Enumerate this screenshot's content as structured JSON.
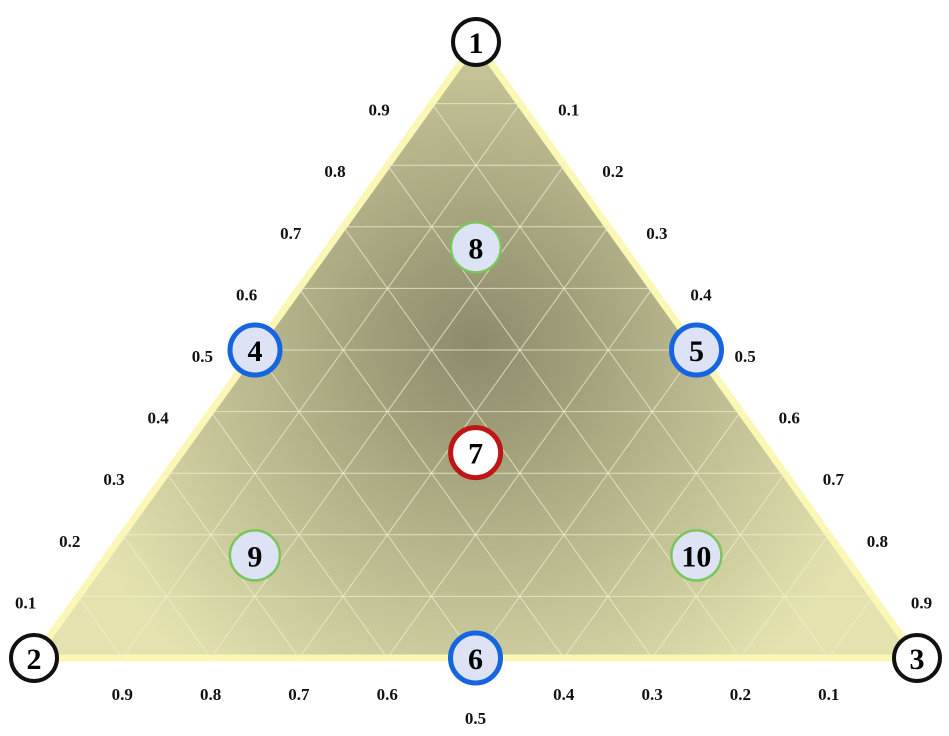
{
  "colors": {
    "triangle_fill_edge": "#e4e3b0",
    "triangle_fill_center": "#8c8a6a",
    "triangle_border": "#fbf7b4",
    "grid_line": "#f2efcf",
    "vertex_ring": "#111111",
    "edge_mid_ring": "#1565e0",
    "center_ring": "#c01515",
    "inner_ring": "#7cc45c",
    "node_fill": "#dde3f4",
    "vertex_fill": "#ffffff"
  },
  "ternary": {
    "ticks": [
      "0.1",
      "0.2",
      "0.3",
      "0.4",
      "0.5",
      "0.6",
      "0.7",
      "0.8",
      "0.9"
    ]
  },
  "nodes": [
    {
      "id": "1",
      "label": "1",
      "kind": "vertex",
      "composition": [
        1,
        0,
        0
      ]
    },
    {
      "id": "2",
      "label": "2",
      "kind": "vertex",
      "composition": [
        0,
        1,
        0
      ]
    },
    {
      "id": "3",
      "label": "3",
      "kind": "vertex",
      "composition": [
        0,
        0,
        1
      ]
    },
    {
      "id": "4",
      "label": "4",
      "kind": "edge_mid",
      "composition": [
        0.5,
        0.5,
        0
      ]
    },
    {
      "id": "5",
      "label": "5",
      "kind": "edge_mid",
      "composition": [
        0.5,
        0,
        0.5
      ]
    },
    {
      "id": "6",
      "label": "6",
      "kind": "edge_mid",
      "composition": [
        0,
        0.5,
        0.5
      ]
    },
    {
      "id": "7",
      "label": "7",
      "kind": "center",
      "composition": [
        0.3333,
        0.3333,
        0.3333
      ]
    },
    {
      "id": "8",
      "label": "8",
      "kind": "inner",
      "composition": [
        0.6667,
        0.1667,
        0.1667
      ]
    },
    {
      "id": "9",
      "label": "9",
      "kind": "inner",
      "composition": [
        0.1667,
        0.6667,
        0.1667
      ]
    },
    {
      "id": "10",
      "label": "10",
      "kind": "inner",
      "composition": [
        0.1667,
        0.1667,
        0.6667
      ]
    }
  ]
}
